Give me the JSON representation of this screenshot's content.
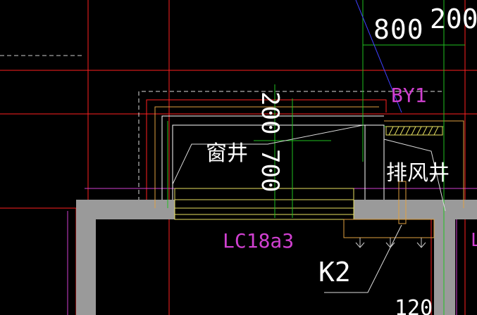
{
  "labels": {
    "window_well": "窗井",
    "exhaust_well": "排风井",
    "window_tag": "LC18a3",
    "room_tag": "K2",
    "tag_by1": "BY1"
  },
  "dimensions": {
    "top_800": "800",
    "top_200": "200",
    "vert_200": "200",
    "vert_700": "700",
    "bottom_partial": "120"
  },
  "colors": {
    "background": "#000000",
    "red": "#ff2020",
    "green": "#20c020",
    "wall_gray": "#9a9a9a",
    "magenta": "#d040d0",
    "white": "#ffffff",
    "yellow": "#e8e060",
    "orange": "#e0a040",
    "blue": "#4040ff",
    "pink": "#e06060"
  }
}
